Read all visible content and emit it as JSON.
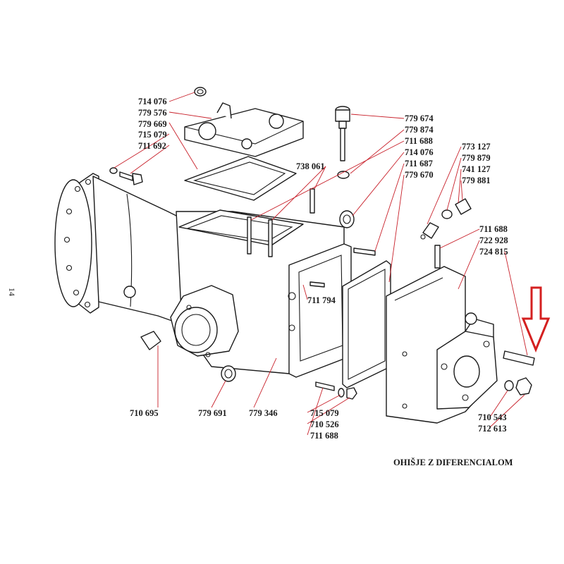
{
  "page_number": "14",
  "caption": "OHIŠJE Z DIFERENCIALOM",
  "colors": {
    "leader": "#c8202a",
    "line": "#1a1a1a",
    "arrow": "#d42020"
  },
  "callouts": [
    "714 076",
    "779 576",
    "779 669",
    "715 079",
    "711 692",
    "738 061",
    "779 674",
    "779 874",
    "711 688",
    "714 076",
    "711 687",
    "779 670",
    "773 127",
    "779 879",
    "741 127",
    "779 881",
    "711 688",
    "722 928",
    "724 815",
    "711 794",
    "710 695",
    "779 691",
    "779 346",
    "715 079",
    "710 526",
    "711 688",
    "710 543",
    "712 613"
  ]
}
